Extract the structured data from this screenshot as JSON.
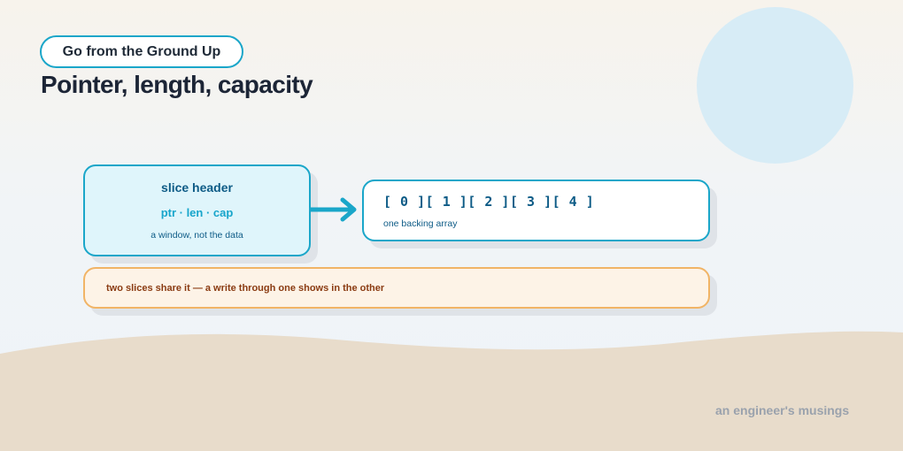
{
  "header": {
    "tag": "Go from the Ground Up",
    "title": "Pointer, length, capacity"
  },
  "diagram": {
    "slice_header": {
      "title": "slice header",
      "fields": "ptr · len · cap",
      "note": "a window, not the data"
    },
    "backing_array": {
      "cells": "[ 0 ][ 1 ][ 2 ][ 3 ][ 4 ]",
      "note": "one backing array"
    },
    "shared_note": "two slices share it — a write through one shows in the other"
  },
  "footer": {
    "credit": "an engineer's musings"
  },
  "colors": {
    "accent": "#1aa6c9",
    "header_fill": "#dff5fb",
    "warn_border": "#f1b466",
    "warn_fill": "#fdf3e7",
    "warn_text": "#8a3b12",
    "dune": "#e8dccb"
  }
}
